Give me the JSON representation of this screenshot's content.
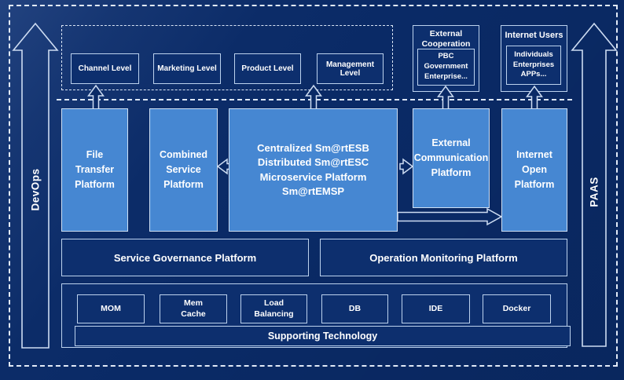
{
  "diagram": {
    "rails": {
      "left_label": "DevOps",
      "right_label": "PAAS"
    },
    "levels": {
      "items": [
        "Channel Level",
        "Marketing Level",
        "Product Level",
        "Management Level"
      ]
    },
    "external_cooperation": {
      "title": "External\nCooperation",
      "members": "PBC Government\nEnterprise..."
    },
    "internet_users": {
      "title": "Internet Users",
      "members": "Individuals\nEnterprises\nAPPs..."
    },
    "platforms": {
      "file_transfer": "File\nTransfer\nPlatform",
      "combined_service": "Combined\nService\nPlatform",
      "esb": "Centralized Sm@rtESB\nDistributed Sm@rtESC\nMicroservice Platform Sm@rtEMSP",
      "external_communication": "External\nCommunication\nPlatform",
      "internet_open": "Internet\nOpen\nPlatform"
    },
    "governance": {
      "service_governance": "Service Governance Platform",
      "operation_monitoring": "Operation Monitoring Platform"
    },
    "technologies": [
      "MOM",
      "Mem\nCache",
      "Load\nBalancing",
      "DB",
      "IDE",
      "Docker"
    ],
    "supporting_label": "Supporting Technology",
    "colors": {
      "background": "#0a2a66",
      "panel_blue": "#4687d2",
      "navy_box": "#0d2f6e",
      "border_light": "#cfe0f4",
      "dash": "#e2eaf7"
    }
  }
}
